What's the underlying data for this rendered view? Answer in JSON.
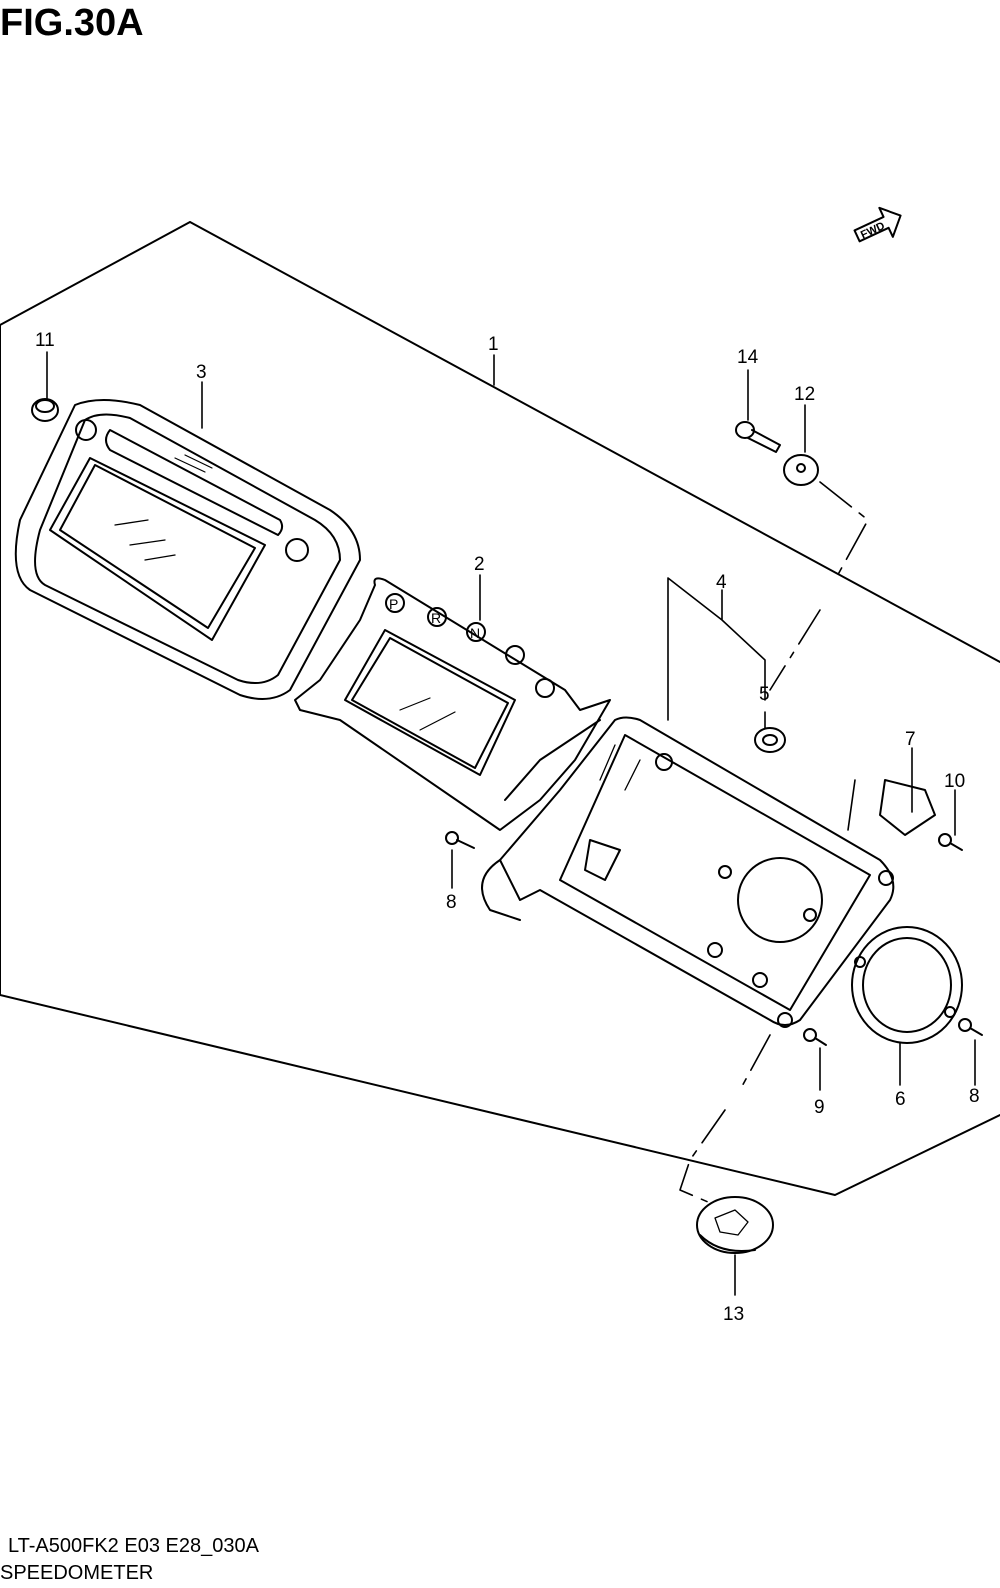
{
  "figure": {
    "title": "FIG.30A",
    "code": "LT-A500FK2 E03 E28_030A",
    "name": "SPEEDOMETER",
    "direction_badge": "FWD"
  },
  "callouts": [
    "1",
    "2",
    "3",
    "4",
    "5",
    "6",
    "7",
    "8",
    "8",
    "9",
    "10",
    "11",
    "12",
    "13",
    "14"
  ],
  "parts": {
    "speedometer_assy": "1",
    "lens_panel": "2",
    "lens_cover": "3",
    "case": "4",
    "cushion": "5",
    "gasket": "6",
    "clamp": "7",
    "screw_a": "8",
    "screw_b": "8",
    "screw_c": "9",
    "screw_d": "10",
    "grommet_small": "11",
    "grommet": "12",
    "bulb_socket": "13",
    "bolt": "14"
  },
  "indicator_letters": [
    "P",
    "R",
    "N"
  ],
  "colors": {
    "ink": "#000000",
    "paper": "#ffffff"
  }
}
